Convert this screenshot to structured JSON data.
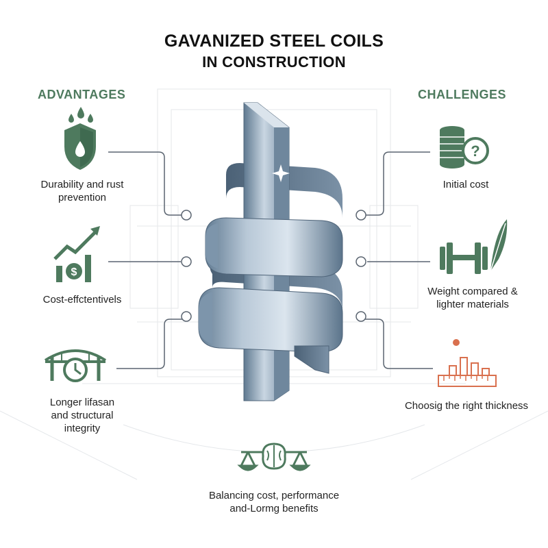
{
  "title": {
    "line1": "GAVANIZED STEEL COILS",
    "line2": "IN CONSTRUCTION"
  },
  "advantages": {
    "heading": "ADVANTAGES",
    "items": [
      {
        "lines": [
          "Durability and rust",
          "prevention"
        ],
        "icon": "shield-water-drops-icon"
      },
      {
        "lines": [
          "Cost-effctentivels"
        ],
        "icon": "growth-chart-dollar-icon"
      },
      {
        "lines": [
          "Longer lifasan",
          "and structural",
          "integrity"
        ],
        "icon": "bridge-clock-icon"
      }
    ]
  },
  "challenges": {
    "heading": "CHALLENGES",
    "items": [
      {
        "lines": [
          "Initial cost"
        ],
        "icon": "coins-question-icon"
      },
      {
        "lines": [
          "Weight compared &",
          "lighter materials"
        ],
        "icon": "dumbbell-feather-icon"
      },
      {
        "lines": [
          "Choosig the right thickness"
        ],
        "icon": "ruler-bars-icon"
      }
    ]
  },
  "bottom": {
    "lines": [
      "Balancing cost, performance",
      "and-Lormg benefits"
    ],
    "icon": "scales-brain-icon"
  },
  "colors": {
    "green": "#4e7a5e",
    "orange": "#d9704e",
    "steel": "#8fa6bb",
    "line": "#5a6470"
  }
}
